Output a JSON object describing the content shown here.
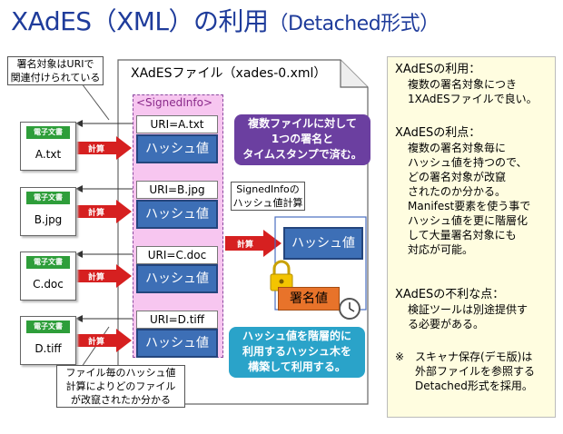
{
  "title": {
    "main": "XAdES（XML）の利用",
    "sub": "（Detached形式）"
  },
  "callouts": {
    "top_left": [
      "署名対象はURIで",
      "関連付けられている"
    ],
    "bottom_left": [
      "ファイル毎のハッシュ値",
      "計算によりどのファイル",
      "が改竄されたか分かる"
    ],
    "signedinfo_hash": [
      "SignedInfoの",
      "ハッシュ値計算"
    ]
  },
  "doc": {
    "title": "XAdESファイル（xades-0.xml）",
    "signedinfo_label": "<SignedInfo>"
  },
  "file_tag": "電子文書",
  "calc_label": "計算",
  "files": [
    {
      "name": "A.txt",
      "uri": "URI=A.txt",
      "hash": "ハッシュ値"
    },
    {
      "name": "B.jpg",
      "uri": "URI=B.jpg",
      "hash": "ハッシュ値"
    },
    {
      "name": "C.doc",
      "uri": "URI=C.doc",
      "hash": "ハッシュ値"
    },
    {
      "name": "D.tiff",
      "uri": "URI=D.tiff",
      "hash": "ハッシュ値"
    }
  ],
  "signature": {
    "hash": "ハッシュ値",
    "sign": "署名値"
  },
  "bubbles": {
    "purple": [
      "複数ファイルに対して",
      "1つの署名と",
      "タイムスタンプで済む。"
    ],
    "teal": [
      "ハッシュ値を階層的に",
      "利用するハッシュ木を",
      "構築して利用する。"
    ]
  },
  "panel": {
    "use_title": "XAdESの利用：",
    "use_body": [
      "複数の署名対象につき",
      "1XAdESファイルで良い。"
    ],
    "adv_title": "XAdESの利点：",
    "adv_body": [
      "複数の署名対象毎に",
      "ハッシュ値を持つので、",
      "どの署名対象が改竄",
      "されたのか分かる。",
      "Manifest要素を使う事で",
      "ハッシュ値を更に階層化",
      "して大量署名対象にも",
      "対応が可能。"
    ],
    "dis_title": "XAdESの不利な点：",
    "dis_body": [
      "検証ツールは別途提供す",
      "る必要がある。"
    ],
    "note_mark": "※",
    "note_body": [
      "スキャナ保存(デモ版)は",
      "外部ファイルを参照する",
      "Detached形式を採用。"
    ]
  },
  "colors": {
    "title": "#1f3c9b",
    "hash": "#3d6fb6",
    "calc": "#d62020",
    "file_tag": "#2e9e3a",
    "purple_bubble": "#6b3fa0",
    "teal_bubble": "#2aa3c9",
    "sign": "#e8732a",
    "signedinfo_bg": "#f7c6f0"
  }
}
